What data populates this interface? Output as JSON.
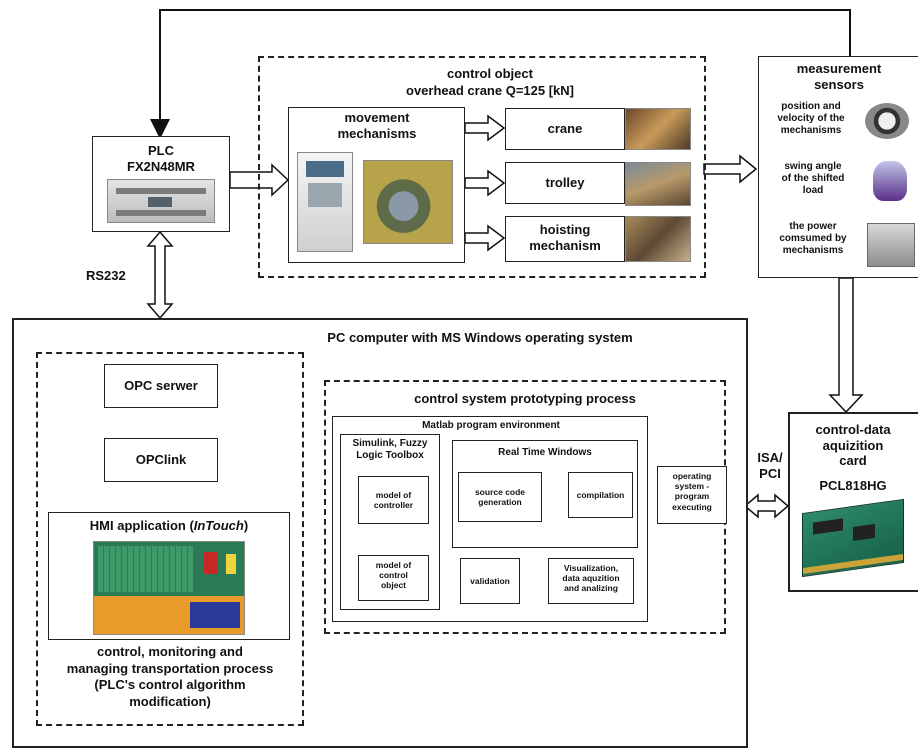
{
  "plc": {
    "title": "PLC",
    "model": "FX2N48MR"
  },
  "rs232": "RS232",
  "control_object": {
    "title": "control object",
    "subtitle": "overhead crane Q=125 [kN]",
    "movement": "movement\nmechanisms",
    "crane": "crane",
    "trolley": "trolley",
    "hoisting": "hoisting\nmechanism"
  },
  "sensors": {
    "title": "measurement\nsensors",
    "item1": "position and\nvelocity of the\nmechanisms",
    "item2": "swing angle\nof the shifted\nload",
    "item3": "the power\ncomsumed by\nmechanisms"
  },
  "pc": {
    "title": "PC computer with MS Windows operating system"
  },
  "hmi_panel": {
    "opc_server": "OPC serwer",
    "opclink": "OPClink",
    "hmi_app_prefix": "HMI application (",
    "hmi_app_italic": "InTouch",
    "hmi_app_suffix": ")",
    "caption": "control, monitoring and\nmanaging transportation process\n(PLC's control algorithm\nmodification)"
  },
  "proto": {
    "title": "control system prototyping process",
    "matlab": "Matlab program environment",
    "simulink": "Simulink, Fuzzy\nLogic Toolbox",
    "rtw": "Real Time Windows",
    "model_controller": "model of\ncontroller",
    "source_code": "source code\ngeneration",
    "compilation": "compilation",
    "os_exec": "operating\nsystem -\nprogram\nexecuting",
    "model_object": "model of\ncontrol\nobject",
    "validation": "validation",
    "visualization": "Visualization,\ndata aquzition\nand analizing"
  },
  "daq": {
    "bus": "ISA/\nPCI",
    "title": "control-data\naquizition\ncard",
    "model": "PCL818HG"
  }
}
